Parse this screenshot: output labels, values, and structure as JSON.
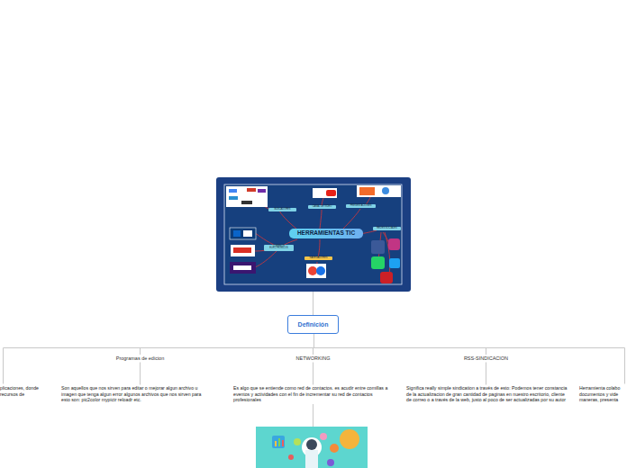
{
  "diagram": {
    "nodes": [
      {
        "text": [
          "Definición"
        ]
      },
      {
        "text": [
          "Programas de edicion"
        ]
      },
      {
        "text": [
          "Son aquellos que nos sirven para editar o mejorar algun archivo u imagen que tenga algun error algunos archivos que nos sirven para esto son: pic2color mypictr reloadr etc."
        ]
      },
      {
        "text": [
          "NETWORKING"
        ]
      },
      {
        "text": [
          "Es algo que se entiende como red de contactos. es acudir entre comillas a eventos y actividades con el fin de incrementar su red de contactos profesionales"
        ]
      },
      {
        "text": [
          "RSS-SINDICACION"
        ]
      },
      {
        "text": [
          "Significa really simple sindication a través de esto: Podemos tener constancia de la actualizacion de gran cantidad de paginas en nuestro escritorio, cliente de correo o a través de la web, justo al poco de ser actualizadas por su autor"
        ]
      },
      {
        "text": [
          "plicaciones, donde recursos de"
        ]
      },
      {
        "text": [
          "Herramienta colabo documentos y vide maneras, presenta"
        ]
      }
    ],
    "edges": [
      {
        "from": 0,
        "to": 7,
        "arrow": "none"
      },
      {
        "from": 0,
        "to": 1,
        "arrow": "none"
      },
      {
        "from": 0,
        "to": 3,
        "arrow": "none"
      },
      {
        "from": 0,
        "to": 5,
        "arrow": "none"
      },
      {
        "from": 0,
        "to": 8,
        "arrow": "none"
      },
      {
        "from": 1,
        "to": 2,
        "arrow": "none"
      },
      {
        "from": 3,
        "to": 4,
        "arrow": "none"
      },
      {
        "from": 5,
        "to": 6,
        "arrow": "none"
      }
    ],
    "labels": [
      "HERRAMIENTAS TIC",
      "BUSCADORES",
      "CANAL DE VIDEO",
      "PRESENTACIONES",
      "REDES SOCIALES",
      "CORREOS ELECTRONICOS",
      "NAVEGADORES"
    ]
  }
}
